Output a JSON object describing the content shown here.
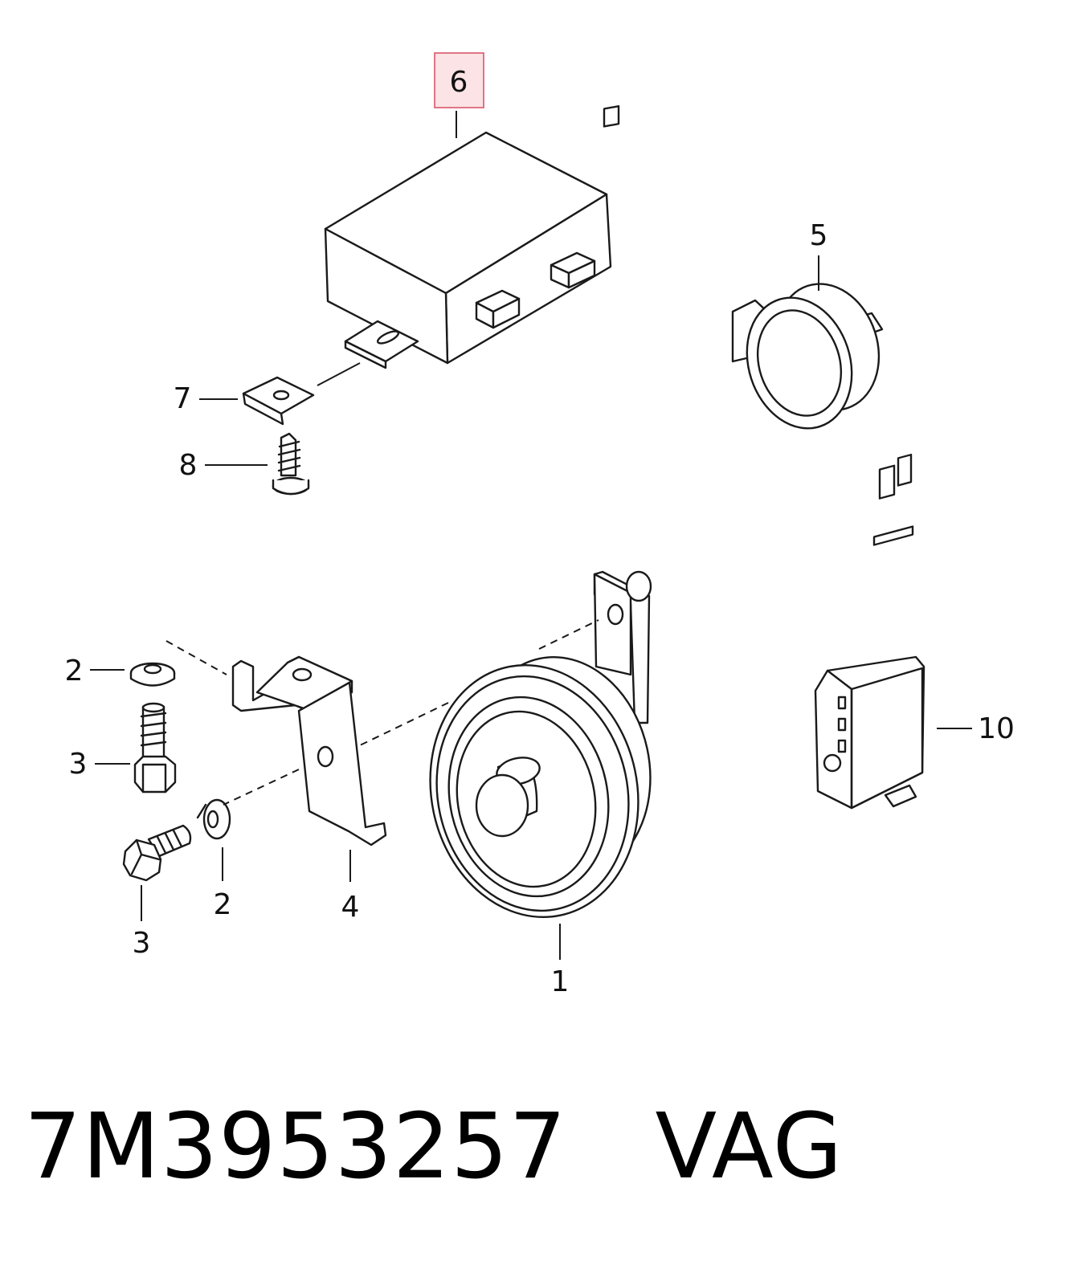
{
  "diagram": {
    "callouts": {
      "c1": "1",
      "c2a": "2",
      "c2b": "2",
      "c3a": "3",
      "c3b": "3",
      "c4": "4",
      "c5": "5",
      "c6": "6",
      "c7": "7",
      "c8": "8",
      "c10": "10"
    },
    "highlighted_callout": "6",
    "highlight_color": "#fbe3e6",
    "highlight_border_color": "#d9566a"
  },
  "footer": {
    "part_number": "7M3953257",
    "brand": "VAG"
  }
}
